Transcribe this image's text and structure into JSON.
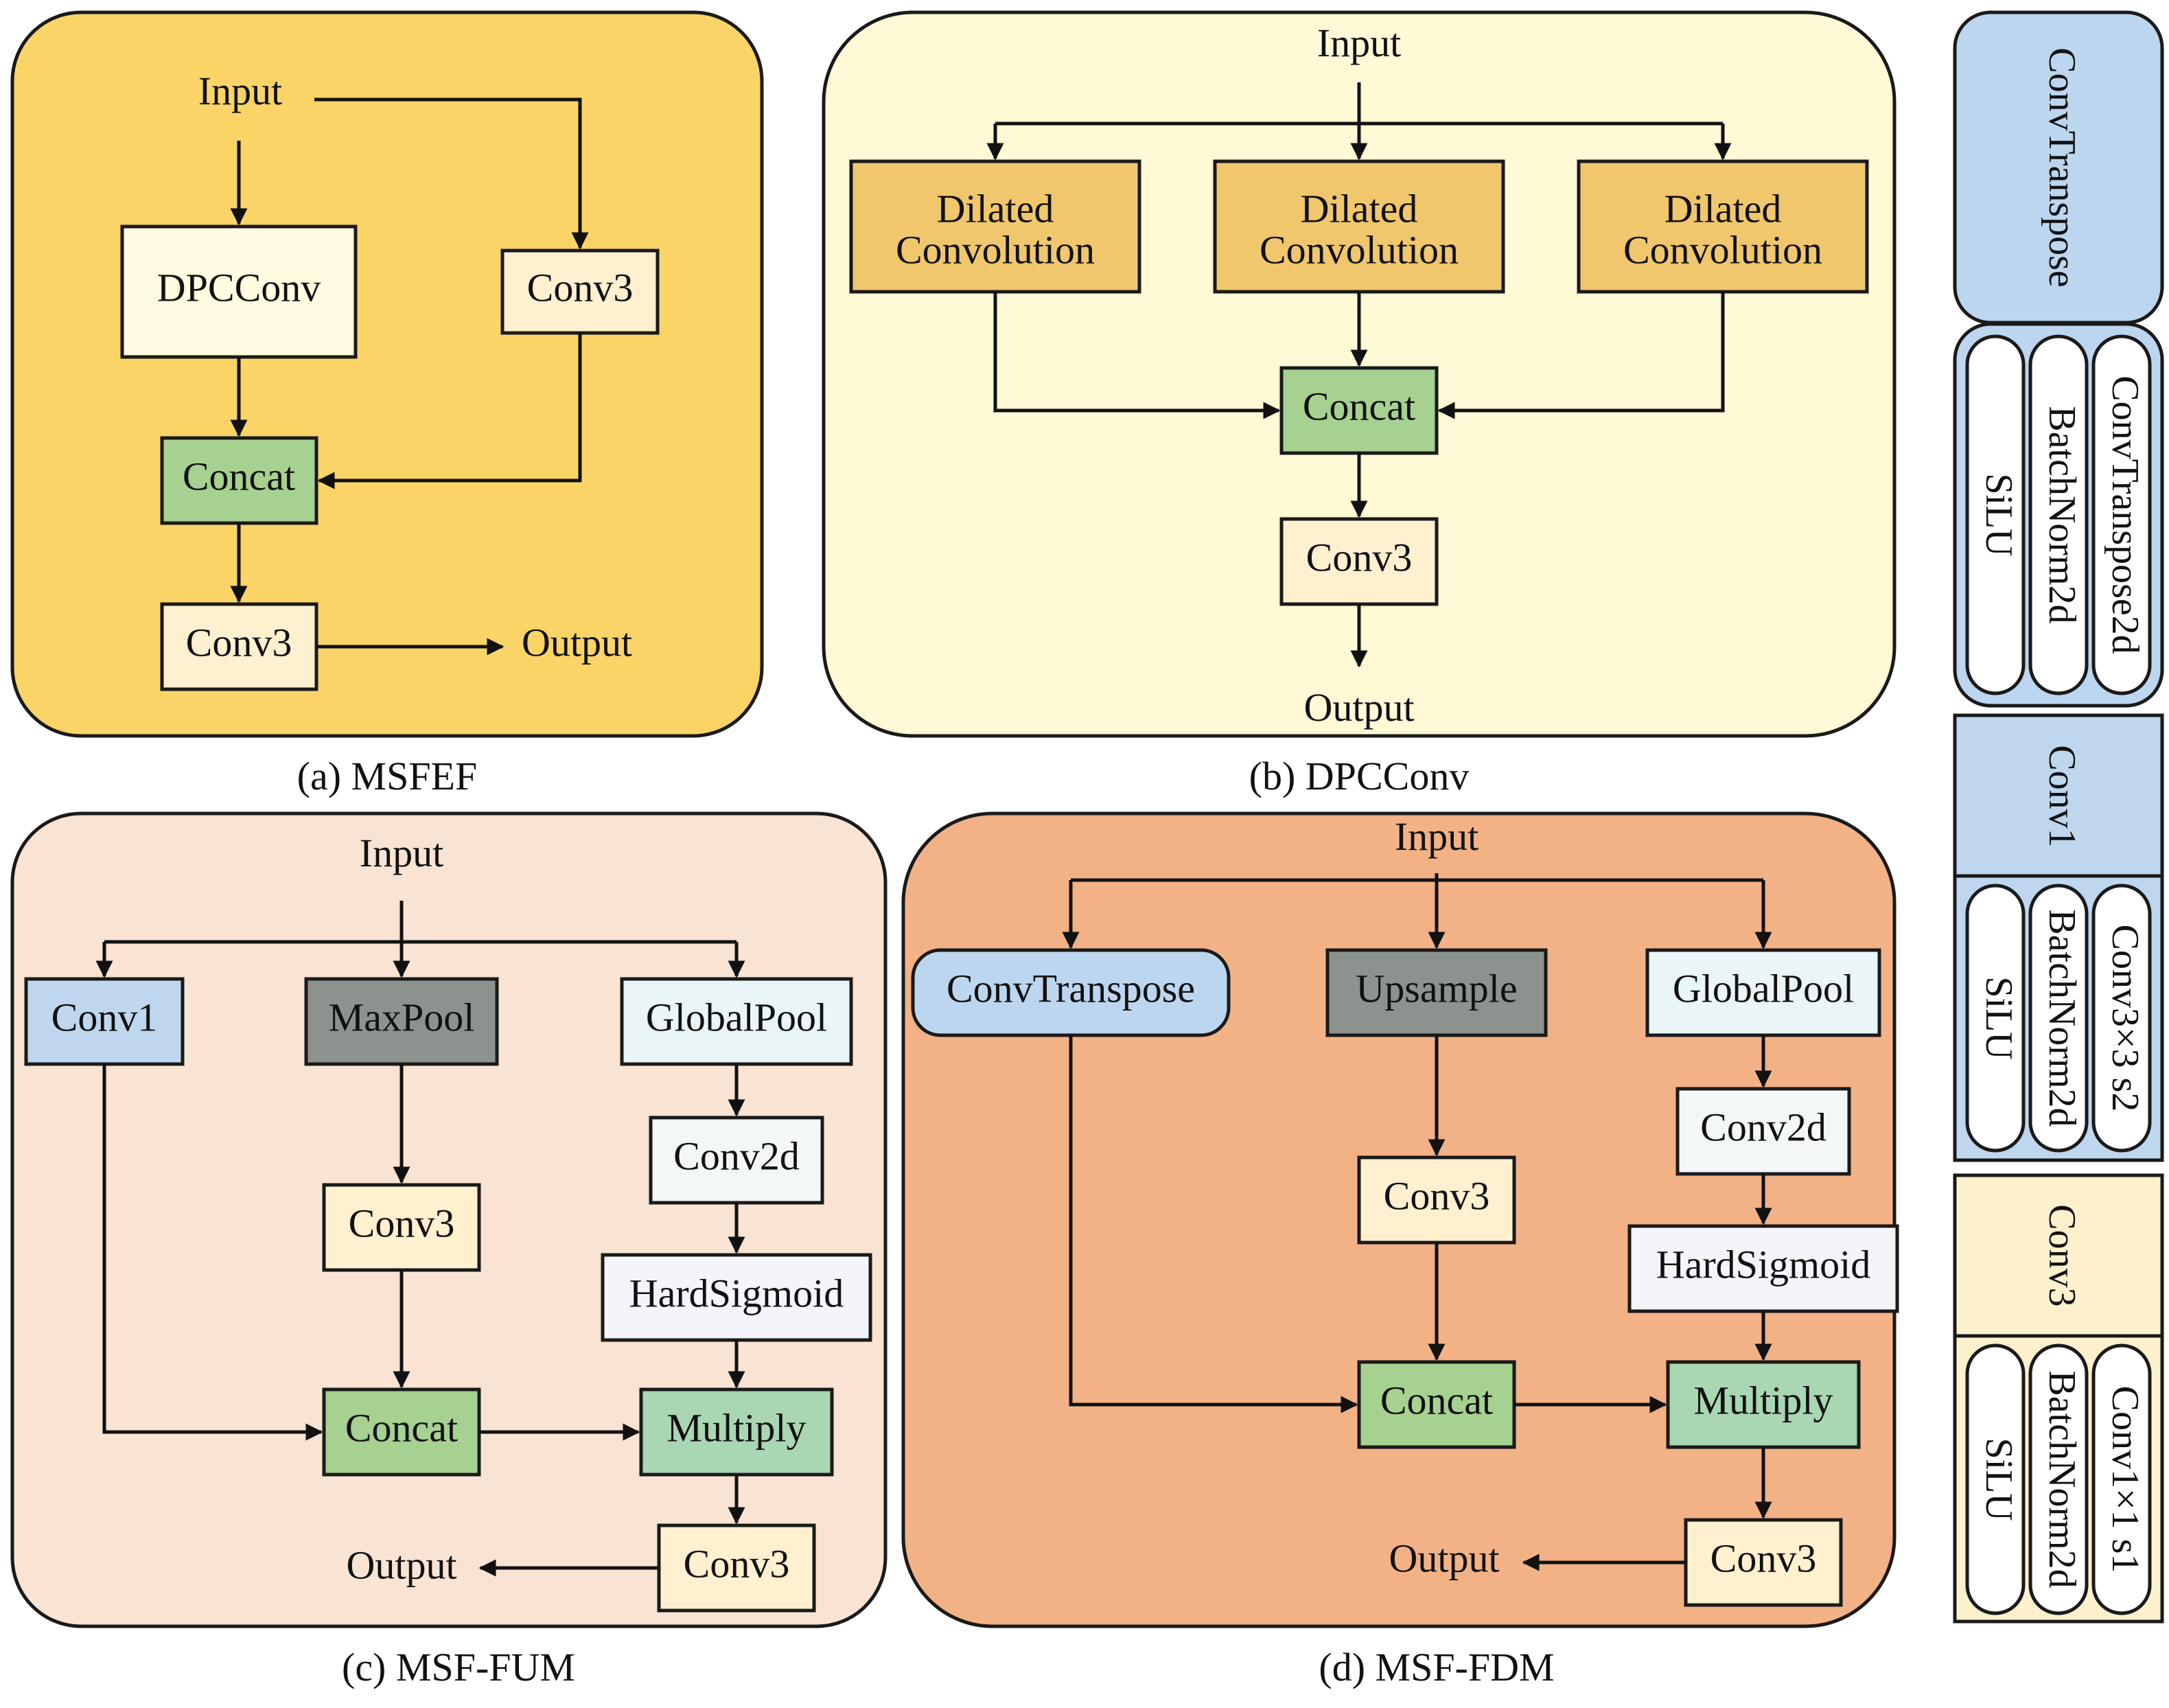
{
  "colors": {
    "panel_a_bg": "#fad466",
    "panel_b_bg": "#fff9d6",
    "panel_c_bg": "#f9e4d3",
    "panel_d_bg": "#f2b286",
    "dilated": "#f0c76c",
    "conv3": "#fff0cf",
    "dpcconv": "#fffbe0",
    "concat": "#a6d190",
    "multiply": "#a9d6b3",
    "conv1": "#bed7ee",
    "maxpool": "#8c928d",
    "globalpool": "#eaf5f8",
    "conv2d": "#f4f7f8",
    "hardsigmoid": "#f3f5fb",
    "convtranspose": "#bcd6ef",
    "legend_conv3": "#fdf0cd"
  },
  "panel_a": {
    "caption": "(a) MSFEF",
    "input": "Input",
    "output": "Output",
    "nodes": {
      "dpcconv": "DPCConv",
      "conv3_side": "Conv3",
      "concat": "Concat",
      "conv3_out": "Conv3"
    }
  },
  "panel_b": {
    "caption": "(b) DPCConv",
    "input": "Input",
    "output": "Output",
    "nodes": {
      "dilated_line1": "Dilated",
      "dilated_line2": "Convolution",
      "concat": "Concat",
      "conv3": "Conv3"
    }
  },
  "panel_c": {
    "caption": "(c) MSF-FUM",
    "input": "Input",
    "output": "Output",
    "nodes": {
      "conv1": "Conv1",
      "maxpool": "MaxPool",
      "globalpool": "GlobalPool",
      "conv2d": "Conv2d",
      "conv3_mid": "Conv3",
      "hardsigmoid": "HardSigmoid",
      "concat": "Concat",
      "multiply": "Multiply",
      "conv3_out": "Conv3"
    }
  },
  "panel_d": {
    "caption": "(d) MSF-FDM",
    "input": "Input",
    "output": "Output",
    "nodes": {
      "convtranspose": "ConvTranspose",
      "upsample": "Upsample",
      "globalpool": "GlobalPool",
      "conv2d": "Conv2d",
      "conv3_mid": "Conv3",
      "hardsigmoid": "HardSigmoid",
      "concat": "Concat",
      "multiply": "Multiply",
      "conv3_out": "Conv3"
    }
  },
  "legend": {
    "convtranspose": {
      "title": "ConvTranspose",
      "items": [
        "ConvTranspose2d",
        "BatchNorm2d",
        "SiLU"
      ]
    },
    "conv1": {
      "title": "Conv1",
      "items": [
        "Conv3×3 s2",
        "BatchNorm2d",
        "SiLU"
      ]
    },
    "conv3": {
      "title": "Conv3",
      "items": [
        "Conv1×1 s1",
        "BatchNorm2d",
        "SiLU"
      ]
    }
  }
}
